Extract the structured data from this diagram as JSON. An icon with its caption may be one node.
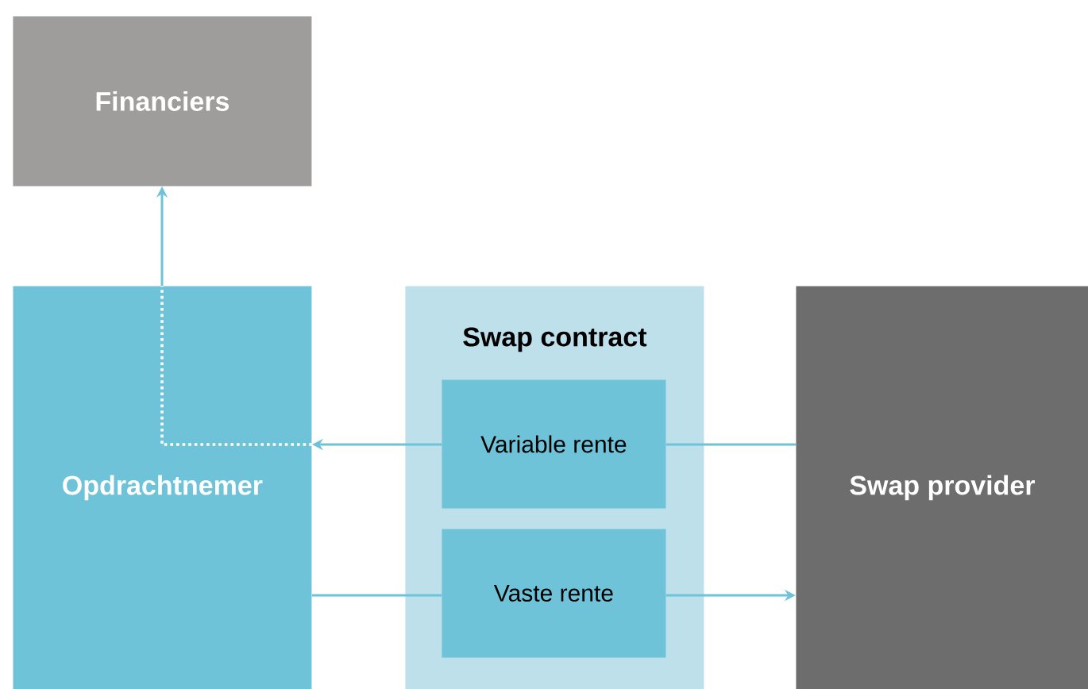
{
  "diagram": {
    "nodes": [
      {
        "text": [
          "Financiers"
        ]
      },
      {
        "text": [
          "Opdrachtnemer"
        ]
      },
      {
        "text": [
          "Swap contract"
        ]
      },
      {
        "text": [
          "Variable rente"
        ],
        "in": 2
      },
      {
        "text": [
          "Vaste rente"
        ],
        "in": 2
      },
      {
        "text": [
          "Swap provider"
        ]
      }
    ],
    "edges": [
      {
        "from": 5,
        "to": 3,
        "arrow": "none"
      },
      {
        "from": 3,
        "to": 1,
        "arrow": "to"
      },
      {
        "from": 1,
        "to": 0,
        "arrow": "to",
        "style": "dashed",
        "color": "#ffffff"
      },
      {
        "from": 1,
        "to": 4,
        "arrow": "none"
      },
      {
        "from": 4,
        "to": 5,
        "arrow": "to"
      }
    ]
  }
}
